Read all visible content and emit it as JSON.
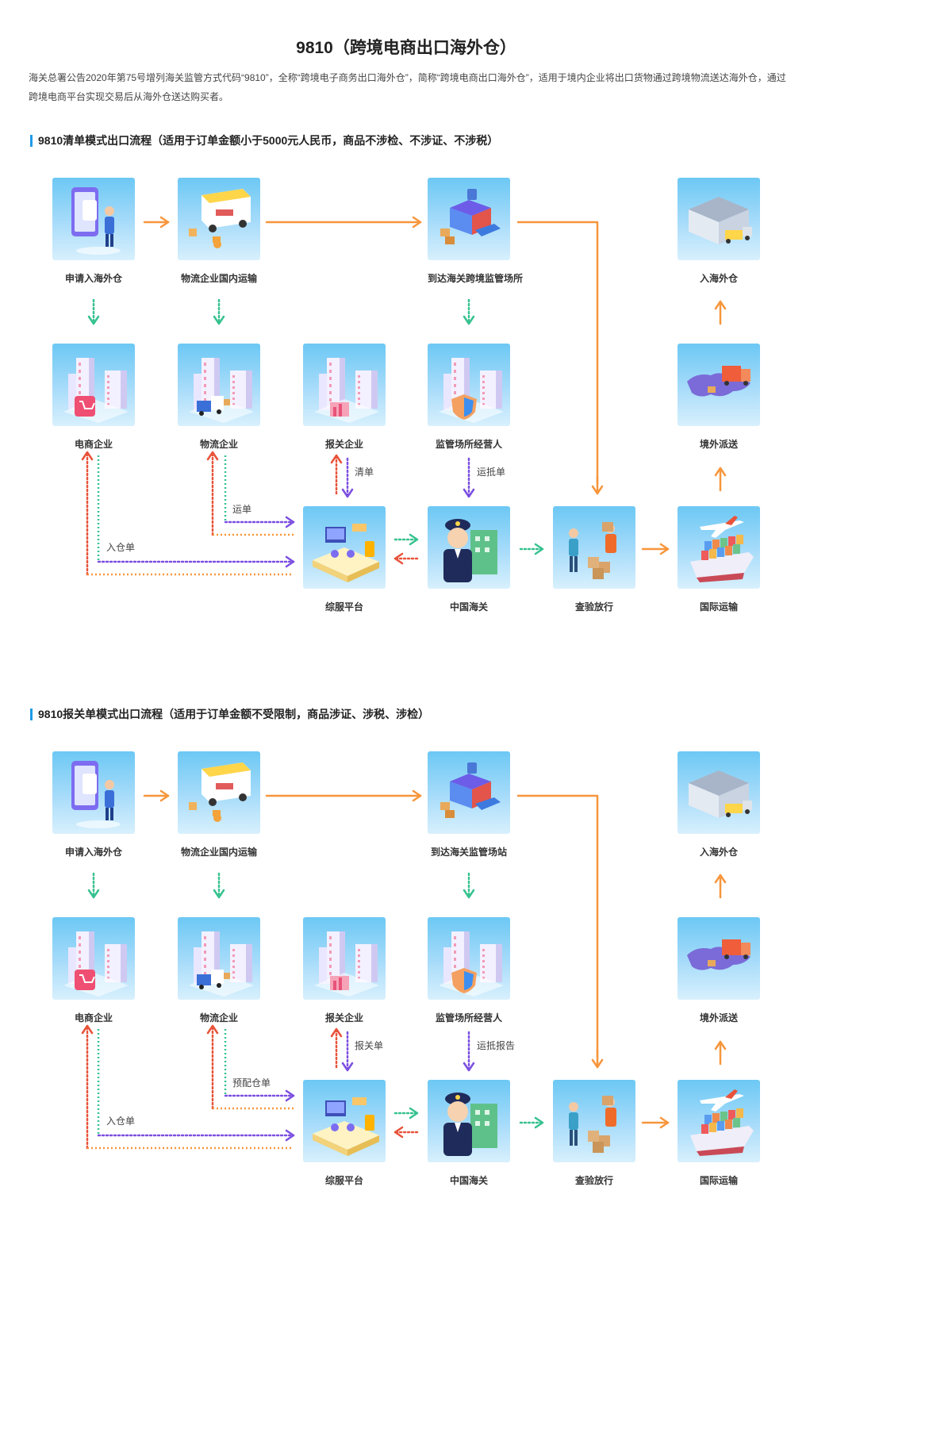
{
  "page": {
    "title": "9810（跨境电商出口海外仓）",
    "intro": "海关总署公告2020年第75号增列海关监管方式代码“9810”，全称“跨境电子商务出口海外仓”，简称“跨境电商出口海外仓”，适用于境内企业将出口货物通过跨境物流送达海外仓，通过跨境电商平台实现交易后从海外仓送达购买者。"
  },
  "sections": [
    {
      "title": "9810清单模式出口流程（适用于订单金额小于5000元人民币，商品不涉检、不涉证、不涉税）",
      "nodes": {
        "apply": "申请入海外仓",
        "logistics_transport": "物流企业国内运输",
        "arrive_customs": "到达海关跨境监管场所",
        "enter_overseas": "入海外仓",
        "ecommerce": "电商企业",
        "logistics_company": "物流企业",
        "declaration_company": "报关企业",
        "supervision_operator": "监管场所经营人",
        "overseas_delivery": "境外派送",
        "platform": "综服平台",
        "china_customs": "中国海关",
        "inspection_release": "查验放行",
        "intl_transport": "国际运输"
      },
      "flow_labels": {
        "declaration": "清单",
        "arrival": "运抵单",
        "waybill": "运单",
        "warehouse": "入仓单"
      }
    },
    {
      "title": "9810报关单模式出口流程（适用于订单金额不受限制，商品涉证、涉税、涉检）",
      "nodes": {
        "apply": "申请入海外仓",
        "logistics_transport": "物流企业国内运输",
        "arrive_customs": "到达海关监管场站",
        "enter_overseas": "入海外仓",
        "ecommerce": "电商企业",
        "logistics_company": "物流企业",
        "declaration_company": "报关企业",
        "supervision_operator": "监管场所经营人",
        "overseas_delivery": "境外派送",
        "platform": "综服平台",
        "china_customs": "中国海关",
        "inspection_release": "查验放行",
        "intl_transport": "国际运输"
      },
      "flow_labels": {
        "declaration": "报关单",
        "arrival": "运抵报告",
        "waybill": "预配仓单",
        "warehouse": "入仓单"
      }
    }
  ],
  "colors": {
    "accent": "#1e9be8",
    "orange": "#f7963c",
    "purple": "#7b4fe0",
    "green": "#37c28f",
    "red": "#e8533a",
    "tile_top": "#6cc8f4",
    "tile_bottom": "#d8f0fd"
  },
  "icons": {
    "apply": "phone-person-icon",
    "logistics_transport": "delivery-truck-icon",
    "arrive_customs": "customs-station-icon",
    "enter_overseas": "warehouse-icon",
    "ecommerce": "buildings-cart-icon",
    "logistics_company": "buildings-truck-icon",
    "declaration_company": "buildings-chart-icon",
    "supervision_operator": "buildings-shield-icon",
    "overseas_delivery": "map-truck-icon",
    "platform": "service-platform-icon",
    "china_customs": "customs-officer-icon",
    "inspection_release": "inspection-workers-icon",
    "intl_transport": "plane-ship-icon"
  }
}
